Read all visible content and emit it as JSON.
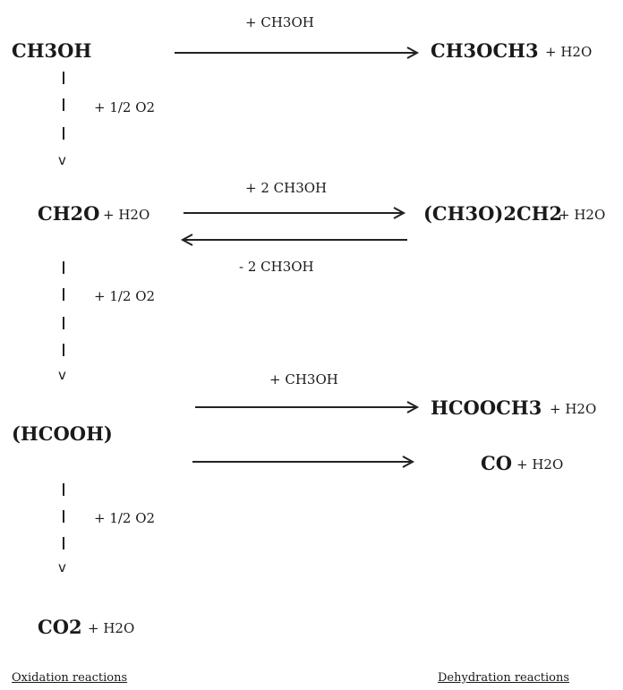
{
  "compounds": {
    "methanol": "CH3OH",
    "dme_main": "CH3OCH3",
    "dme_plus": "+ H2O",
    "formaldehyde": "CH2O",
    "formaldehyde_plus": "+ H2O",
    "methylal": "(CH3O)2CH2",
    "methylal_plus": "+ H2O",
    "formic_acid": "(HCOOH)",
    "methylformate": "HCOOCH3",
    "methylformate_plus": "+ H2O",
    "co": "CO",
    "co_plus": "+ H2O",
    "co2": "CO2",
    "co2_plus": "+ H2O"
  },
  "arrow_labels": {
    "row1_top": "+ CH3OH",
    "row2_top": "+ 2 CH3OH",
    "row2_bottom": "- 2 CH3OH",
    "row3_top": "+ CH3OH"
  },
  "oxidation_steps": [
    "+ 1/2 O2",
    "+ 1/2 O2",
    "+ 1/2 O2"
  ],
  "footer": {
    "left": "Oxidation reactions",
    "right": "Dehydration reactions"
  }
}
